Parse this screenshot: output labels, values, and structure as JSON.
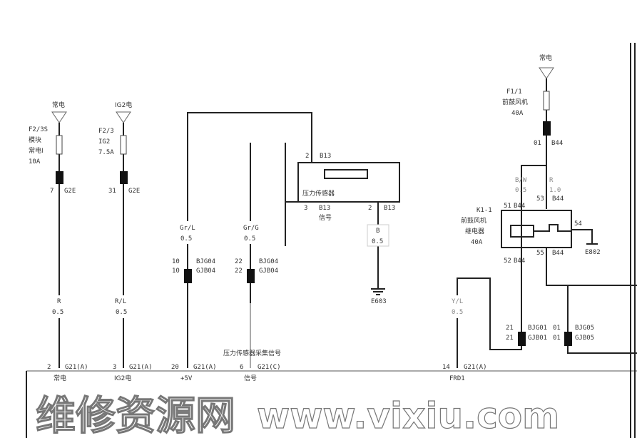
{
  "watermark": {
    "line1": "维修资源网",
    "line2": "www.vixiu.com"
  },
  "col1": {
    "source": "常电",
    "fuse": [
      "F2/3S",
      "模块",
      "常电I",
      "10A"
    ],
    "conn_pin": "7",
    "conn_id": "G2E",
    "wire": "R",
    "gauge": "0.5",
    "ecu_pin": "2",
    "ecu_conn": "G21(A)",
    "ecu_label": "常电"
  },
  "col2": {
    "source": "IG2电",
    "fuse": [
      "F2/3",
      "IG2",
      "7.5A"
    ],
    "conn_pin": "31",
    "conn_id": "G2E",
    "wire": "R/L",
    "gauge": "0.5",
    "ecu_pin": "3",
    "ecu_conn": "G21(A)",
    "ecu_label": "IG2电"
  },
  "col3": {
    "wire": "Gr/L",
    "gauge": "0.5",
    "conn_pin1": "10",
    "conn_id1": "BJG04",
    "conn_pin2": "10",
    "conn_id2": "GJB04",
    "ecu_pin": "20",
    "ecu_conn": "G21(A)",
    "ecu_label": "+5V"
  },
  "col4": {
    "wire": "Gr/G",
    "gauge": "0.5",
    "conn_pin1": "22",
    "conn_id1": "BJG04",
    "conn_pin2": "22",
    "conn_id2": "GJB04",
    "note": "压力传感器采集信号",
    "ecu_pin": "6",
    "ecu_conn": "G21(C)",
    "ecu_label": "信号"
  },
  "sensor": {
    "name": "压力传感器",
    "pin_top": "2",
    "conn_top": "B13",
    "pin_sig": "3",
    "conn_sig": "B13",
    "sig_label": "信号",
    "pin_gnd": "2",
    "conn_gnd": "B13",
    "gnd_wire": "B",
    "gnd_gauge": "0.5",
    "ground": "E603"
  },
  "relay_circuit": {
    "source": "常电",
    "fuse": [
      "F1/1",
      "前鼓风机",
      "40A"
    ],
    "fuse_pin": "01",
    "fuse_conn": "B44",
    "wire1": "B/W",
    "gauge1": "0.5",
    "wire2": "R",
    "gauge2": "1.0",
    "pin51": "51",
    "pin53": "53",
    "conn": "B44",
    "relay": [
      "K1-1",
      "前鼓风机",
      "继电器",
      "40A"
    ],
    "pin52": "52",
    "pin55": "55",
    "pin54": "54",
    "ground": "E802",
    "wire3": "Y/L",
    "gauge3": "0.5",
    "j1_pin1": "21",
    "j1_id1": "BJG01",
    "j1_pin2": "21",
    "j1_id2": "GJB01",
    "j2_pin1": "01",
    "j2_id1": "BJG05",
    "j2_pin2": "01",
    "j2_id2": "GJB05",
    "ecu_pin": "14",
    "ecu_conn": "G21(A)",
    "ecu_label": "FRD1"
  }
}
